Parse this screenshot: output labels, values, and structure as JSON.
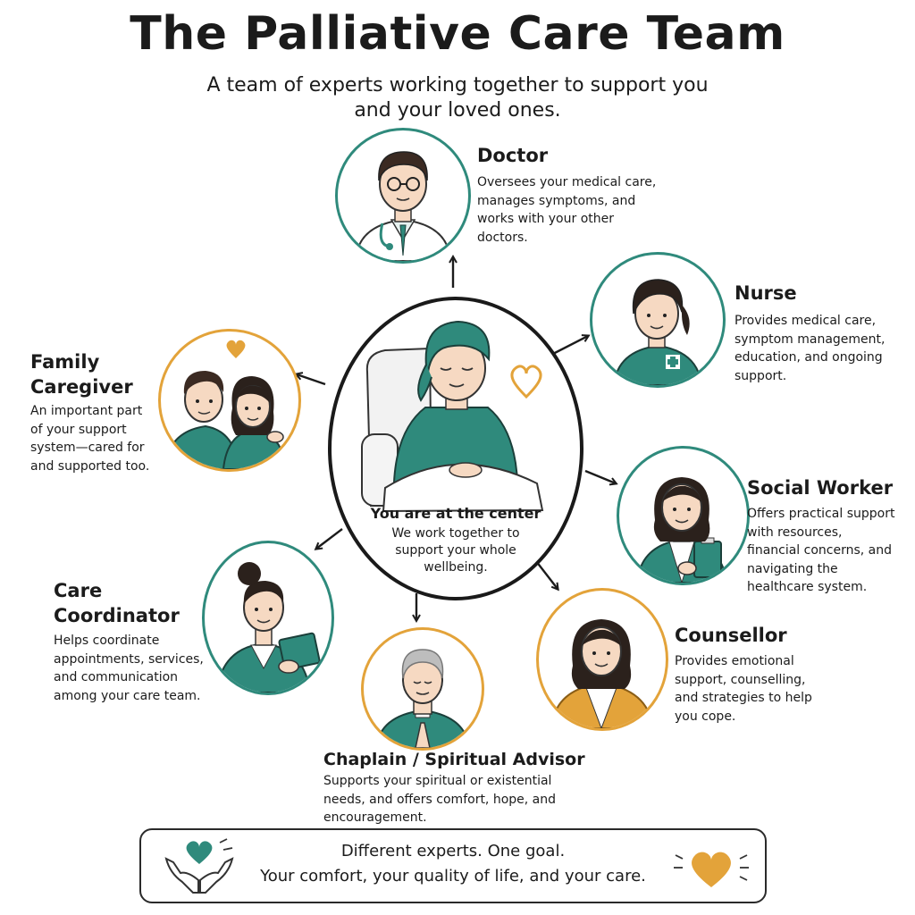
{
  "header": {
    "title": "The Palliative Care Team",
    "subtitle": "A team of experts working together to support you and your loved ones."
  },
  "center": {
    "heading": "You are at the center",
    "text": "We work together to support your whole wellbeing."
  },
  "roles": {
    "doctor": {
      "name": "Doctor",
      "description": "Oversees your medical care, manages symptoms, and works with your other doctors."
    },
    "nurse": {
      "name": "Nurse",
      "description": "Provides medical care, symptom management, education, and ongoing support."
    },
    "family_caregiver": {
      "name": "Family Caregiver",
      "description": "An important part of your support system—cared for and supported too."
    },
    "social_worker": {
      "name": "Social Worker",
      "description": "Offers practical support with resources, financial concerns, and navigating the healthcare system."
    },
    "care_coordinator": {
      "name": "Care Coordinator",
      "description": "Helps coordinate appointments, services, and communication among your care team."
    },
    "counsellor": {
      "name": "Counsellor",
      "description": "Provides emotional support, counselling, and strategies to help you cope."
    },
    "chaplain": {
      "name": "Chaplain / Spiritual Advisor",
      "description": "Supports your spiritual or existential needs, and offers comfort, hope, and encouragement."
    }
  },
  "footer": {
    "line1": "Different experts. One goal.",
    "line2": "Your comfort, your quality of life, and your care."
  },
  "icons": {
    "footer_left": "hands-holding-heart-icon",
    "footer_right": "heart-icon"
  },
  "colors": {
    "teal": "#2f8a7c",
    "gold": "#e3a33a",
    "ink": "#1b1b1b"
  }
}
